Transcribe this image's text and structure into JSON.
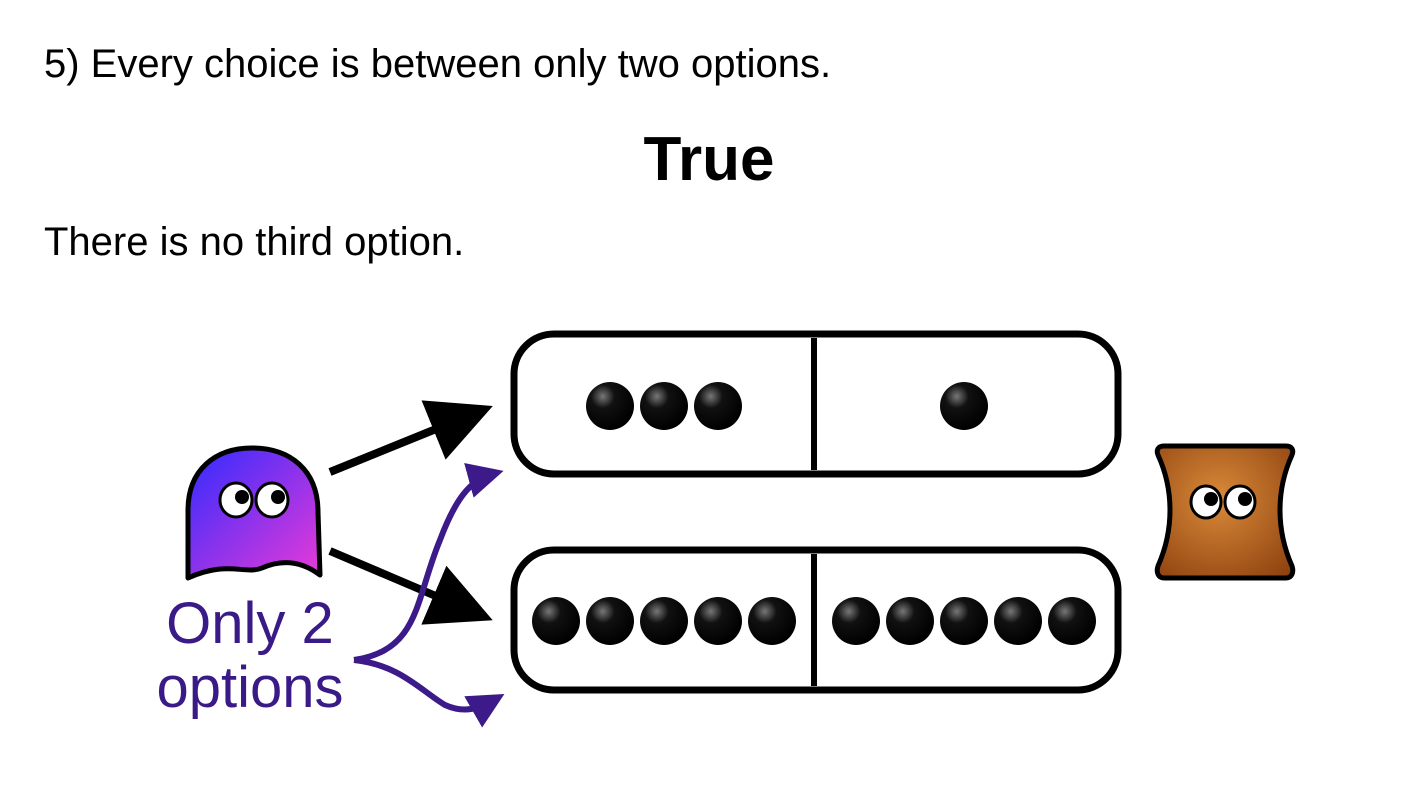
{
  "slide": {
    "question": "5) Every choice is between only two options.",
    "answer": "True",
    "explanation": "There is no third option.",
    "caption_line1": "Only 2",
    "caption_line2": "options"
  },
  "dominos": [
    {
      "left_dots": 3,
      "right_dots": 1
    },
    {
      "left_dots": 5,
      "right_dots": 5
    }
  ],
  "characters": {
    "chooser": {
      "icon": "purple-ghost-icon",
      "gradient": [
        "#2f2bff",
        "#e93ad8"
      ]
    },
    "opponent": {
      "icon": "orange-block-icon",
      "color": "#b8621c"
    }
  },
  "colors": {
    "caption": "#3a1a86",
    "arrow_curve": "#3d1a8a"
  }
}
